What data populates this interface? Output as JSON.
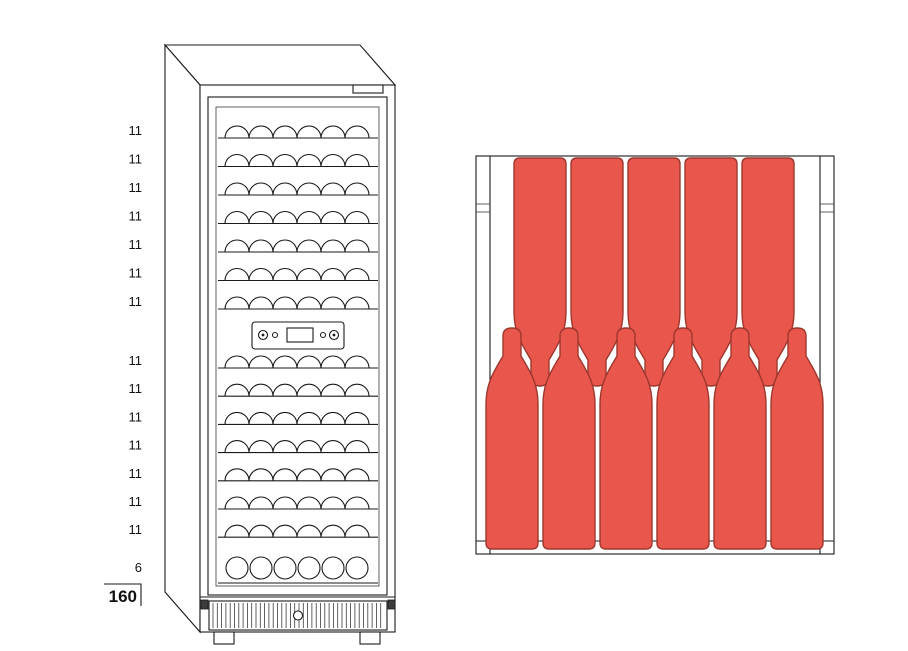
{
  "diagram": {
    "left_labels": {
      "top_shelves": [
        "11",
        "11",
        "11",
        "11",
        "11",
        "11",
        "11"
      ],
      "bottom_shelves": [
        "11",
        "11",
        "11",
        "11",
        "11",
        "11",
        "11"
      ],
      "base_shelf": "6",
      "total": "160"
    },
    "cooler": {
      "top_rows": 7,
      "bottom_rows": 7,
      "bottles_per_row": 6,
      "base_row_bottles": 6
    },
    "shelf_view": {
      "bottles_neck_down": 5,
      "bottles_neck_up": 6
    },
    "colors": {
      "bottle_fill": "#e8564c",
      "bottle_stroke": "#9e372e",
      "outline": "#1a1a1a"
    }
  }
}
